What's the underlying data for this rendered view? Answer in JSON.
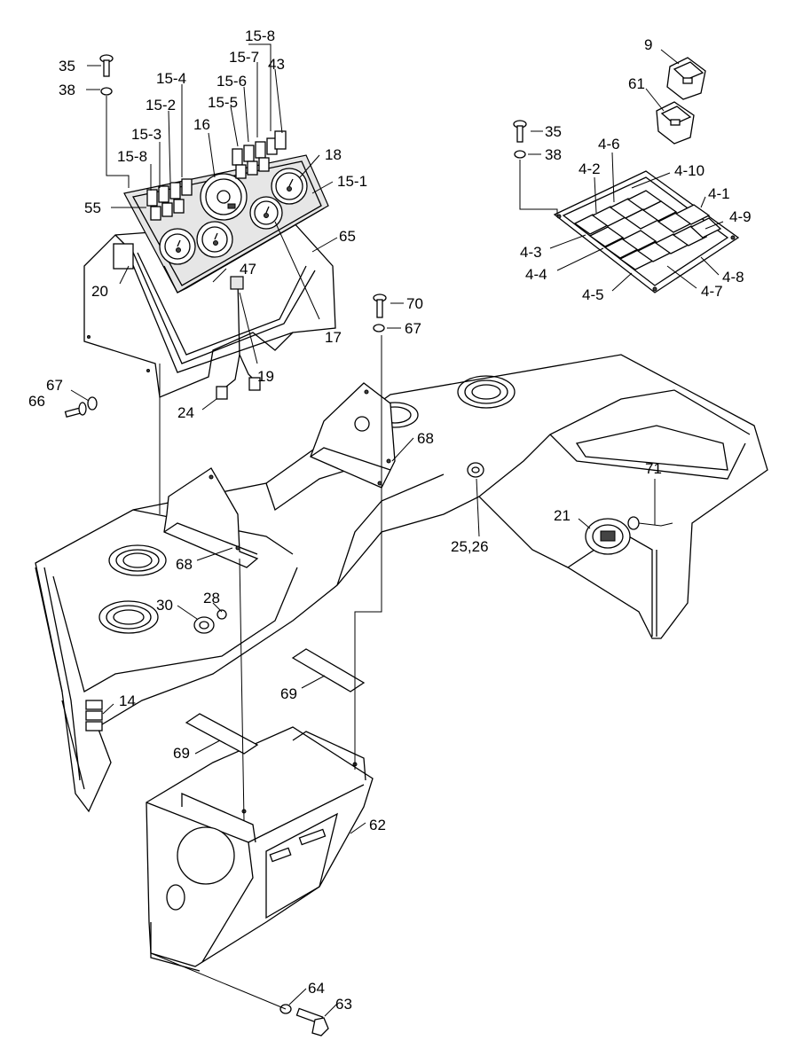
{
  "callouts": [
    {
      "id": "c35a",
      "text": "35"
    },
    {
      "id": "c38a",
      "text": "38"
    },
    {
      "id": "c15_8a",
      "text": "15-8"
    },
    {
      "id": "c15_7",
      "text": "15-7"
    },
    {
      "id": "c43",
      "text": "43"
    },
    {
      "id": "c15_6",
      "text": "15-6"
    },
    {
      "id": "c15_5",
      "text": "15-5"
    },
    {
      "id": "c15_4",
      "text": "15-4"
    },
    {
      "id": "c15_2",
      "text": "15-2"
    },
    {
      "id": "c16",
      "text": "16"
    },
    {
      "id": "c15_3",
      "text": "15-3"
    },
    {
      "id": "c15_8b",
      "text": "15-8"
    },
    {
      "id": "c18",
      "text": "18"
    },
    {
      "id": "c15_1",
      "text": "15-1"
    },
    {
      "id": "c55",
      "text": "55"
    },
    {
      "id": "c65",
      "text": "65"
    },
    {
      "id": "c47",
      "text": "47"
    },
    {
      "id": "c20",
      "text": "20"
    },
    {
      "id": "c17",
      "text": "17"
    },
    {
      "id": "c19",
      "text": "19"
    },
    {
      "id": "c24",
      "text": "24"
    },
    {
      "id": "c67a",
      "text": "67"
    },
    {
      "id": "c66",
      "text": "66"
    },
    {
      "id": "c9",
      "text": "9"
    },
    {
      "id": "c61",
      "text": "61"
    },
    {
      "id": "c35b",
      "text": "35"
    },
    {
      "id": "c38b",
      "text": "38"
    },
    {
      "id": "c4_6",
      "text": "4-6"
    },
    {
      "id": "c4_2",
      "text": "4-2"
    },
    {
      "id": "c4_10",
      "text": "4-10"
    },
    {
      "id": "c4_1",
      "text": "4-1"
    },
    {
      "id": "c4_9",
      "text": "4-9"
    },
    {
      "id": "c4_3",
      "text": "4-3"
    },
    {
      "id": "c4_4",
      "text": "4-4"
    },
    {
      "id": "c4_8",
      "text": "4-8"
    },
    {
      "id": "c4_5",
      "text": "4-5"
    },
    {
      "id": "c4_7",
      "text": "4-7"
    },
    {
      "id": "c70",
      "text": "70"
    },
    {
      "id": "c67b",
      "text": "67"
    },
    {
      "id": "c68a",
      "text": "68"
    },
    {
      "id": "c68b",
      "text": "68"
    },
    {
      "id": "c25_26",
      "text": "25,26"
    },
    {
      "id": "c71",
      "text": "71"
    },
    {
      "id": "c21",
      "text": "21"
    },
    {
      "id": "c28",
      "text": "28"
    },
    {
      "id": "c30",
      "text": "30"
    },
    {
      "id": "c14",
      "text": "14"
    },
    {
      "id": "c69a",
      "text": "69"
    },
    {
      "id": "c69b",
      "text": "69"
    },
    {
      "id": "c62",
      "text": "62"
    },
    {
      "id": "c64",
      "text": "64"
    },
    {
      "id": "c63",
      "text": "63"
    }
  ]
}
